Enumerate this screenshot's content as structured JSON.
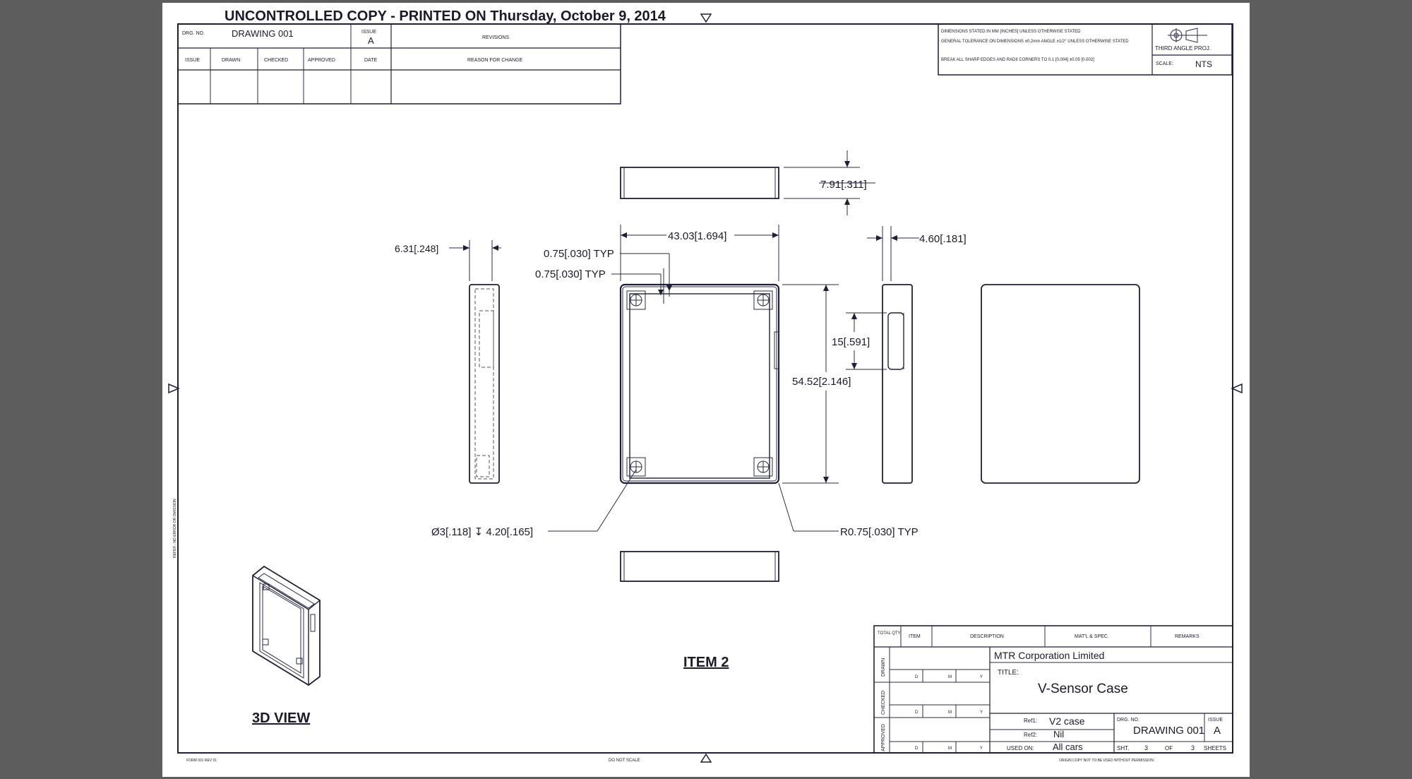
{
  "header": {
    "banner": "UNCONTROLLED COPY - PRINTED ON Thursday, October 9, 2014"
  },
  "revision_block": {
    "drg_no_label": "DRG. NO.",
    "drg_no": "DRAWING 001",
    "issue_label": "ISSUE",
    "issue": "A",
    "revisions_label": "REVISIONS",
    "columns": [
      "ISSUE",
      "DRAWN",
      "CHECKED",
      "APPROVED",
      "DATE",
      "REASON FOR CHANGE"
    ]
  },
  "notes_block": {
    "note1": "DIMENSIONS STATED IN MM [INCHES] UNLESS OTHERWISE STATED",
    "note2": "GENERAL TOLERANCE ON DIMENSIONS ±0.2mm ANGLE ±1/2° UNLESS OTHERWISE STATED",
    "note3": "BREAK ALL SHARP EDGES AND RADII CORNERS TO 0.1 [0.004] ±0.05 [0.002]",
    "projection": "THIRD ANGLE PROJ.",
    "scale_label": "SCALE:",
    "scale": "NTS"
  },
  "dimensions": {
    "top_thickness": "7.91[.311]",
    "width": "43.03[1.694]",
    "side_thickness": "6.31[.248]",
    "wall_a": "0.75[.030] TYP",
    "wall_b": "0.75[.030] TYP",
    "right_thickness": "4.60[.181]",
    "slot": "15[.591]",
    "height": "54.52[2.146]",
    "hole": "Ø3[.118] ↧ 4.20[.165]",
    "radius": "R0.75[.030] TYP"
  },
  "labels": {
    "item": "ITEM 2",
    "view3d": "3D VIEW",
    "form_no": "FORM 001 REV 01",
    "do_not_scale": "DO NOT SCALE",
    "origin_copy": "ORIGIN COPY NOT TO BE USED WITHOUT PERMISSION",
    "side_note": "REFER - NO ERROR OR OMISSION"
  },
  "title_block": {
    "col_headers": [
      "TOTAL QTY",
      "ITEM",
      "DESCRIPTION",
      "MAT'L & SPEC.",
      "REMARKS"
    ],
    "drawn": "DRAWN",
    "checked": "CHECKED",
    "approved": "APPROVED",
    "dmy": [
      "D",
      "M",
      "Y"
    ],
    "company": "MTR Corporation Limited",
    "title_label": "TITLE:",
    "title": "V-Sensor Case",
    "ref1_label": "Ref1:",
    "ref1": "V2 case",
    "ref2_label": "Ref2:",
    "ref2": "Nil",
    "used_on_label": "USED ON:",
    "used_on": "All cars",
    "drg_no_label": "DRG. NO.",
    "drg_no": "DRAWING 001",
    "issue_label": "ISSUE",
    "issue": "A",
    "sht_label": "SHT.",
    "sht": "3",
    "of_label": "OF",
    "of": "3",
    "sheets_label": "SHEETS"
  }
}
